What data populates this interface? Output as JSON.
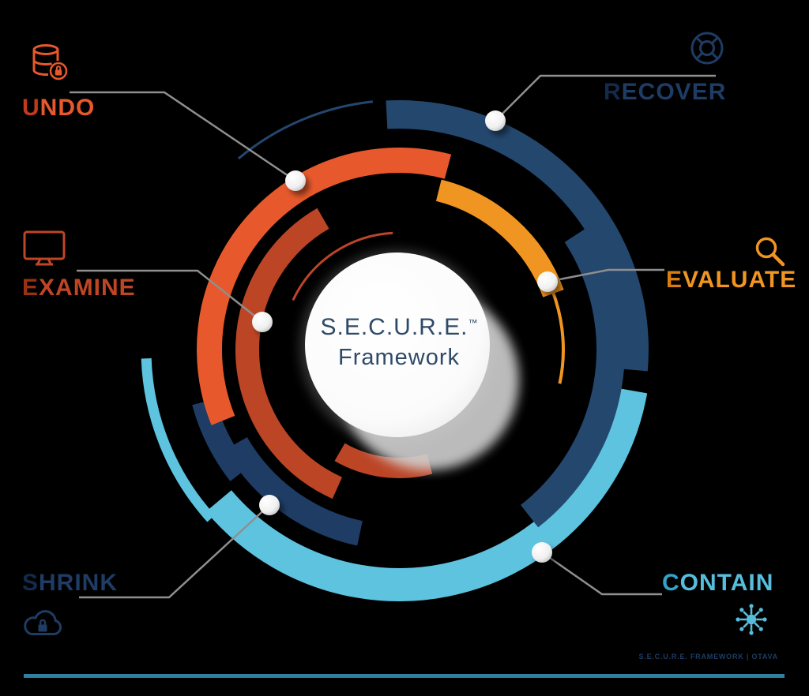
{
  "center": {
    "line1": "S.E.C.U.R.E.",
    "tm": "™",
    "line2": "Framework"
  },
  "segments": [
    {
      "id": "undo",
      "label": "UNDO",
      "first": "U",
      "rest": "NDO",
      "color": "#E7592C",
      "first_color": "#C23A1E",
      "icon": "database-lock-icon"
    },
    {
      "id": "recover",
      "label": "RECOVER",
      "first": "R",
      "rest": "ECOVER",
      "color": "#1E3C64",
      "first_color": "#122B4C",
      "icon": "life-ring-icon"
    },
    {
      "id": "examine",
      "label": "EXAMINE",
      "first": "E",
      "rest": "XAMINE",
      "color": "#C04526",
      "first_color": "#9A3114",
      "icon": "monitor-icon"
    },
    {
      "id": "evaluate",
      "label": "EVALUATE",
      "first": "E",
      "rest": "VALUATE",
      "color": "#F09522",
      "first_color": "#DA7D10",
      "icon": "magnifier-icon"
    },
    {
      "id": "shrink",
      "label": "SHRINK",
      "first": "S",
      "rest": "HRINK",
      "color": "#1E3C64",
      "first_color": "#122B4C",
      "icon": "cloud-lock-icon"
    },
    {
      "id": "contain",
      "label": "CONTAIN",
      "first": "C",
      "rest": "ONTAIN",
      "color": "#56BEDC",
      "first_color": "#35A3C6",
      "icon": "virus-icon"
    }
  ],
  "footer": {
    "caption": "S.E.C.U.R.E. FRAMEWORK | OTAVA"
  },
  "colors": {
    "navy": "#1E3C64",
    "navy_outer": "#24476E",
    "orange_red": "#E7592C",
    "orange": "#F09522",
    "rust": "#BC4526",
    "cyan": "#5EC3DF",
    "leader": "#8F8F8F",
    "rule": "#2F7FA2",
    "center_text": "#2F4A69",
    "caption": "#1E3C64"
  }
}
